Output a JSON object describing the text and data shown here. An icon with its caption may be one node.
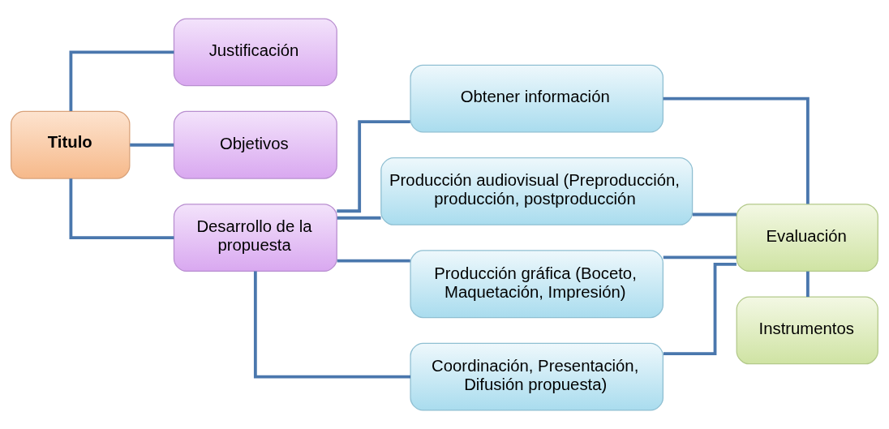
{
  "diagram": {
    "nodes": [
      {
        "text": [
          "Titulo"
        ]
      },
      {
        "text": [
          "Justificación"
        ]
      },
      {
        "text": [
          "Objetivos"
        ]
      },
      {
        "text": [
          "Desarrollo de la propuesta"
        ]
      },
      {
        "text": [
          "Obtener información"
        ]
      },
      {
        "text": [
          "Producción audiovisual (Preproducción, producción, postproducción"
        ]
      },
      {
        "text": [
          "Producción gráfica (Boceto, Maquetación, Impresión)"
        ]
      },
      {
        "text": [
          "Coordinación, Presentación, Difusión propuesta)"
        ]
      },
      {
        "text": [
          "Evaluación"
        ]
      },
      {
        "text": [
          "Instrumentos"
        ]
      }
    ],
    "edges": [
      {
        "from": 0,
        "to": 1,
        "arrow": "none"
      },
      {
        "from": 0,
        "to": 2,
        "arrow": "none"
      },
      {
        "from": 0,
        "to": 3,
        "arrow": "none"
      },
      {
        "from": 3,
        "to": 4,
        "arrow": "none"
      },
      {
        "from": 3,
        "to": 5,
        "arrow": "none"
      },
      {
        "from": 3,
        "to": 6,
        "arrow": "none"
      },
      {
        "from": 3,
        "to": 7,
        "arrow": "none"
      },
      {
        "from": 4,
        "to": 8,
        "arrow": "none"
      },
      {
        "from": 5,
        "to": 8,
        "arrow": "none"
      },
      {
        "from": 6,
        "to": 8,
        "arrow": "none"
      },
      {
        "from": 7,
        "to": 8,
        "arrow": "none"
      },
      {
        "from": 8,
        "to": 9,
        "arrow": "none"
      }
    ]
  }
}
